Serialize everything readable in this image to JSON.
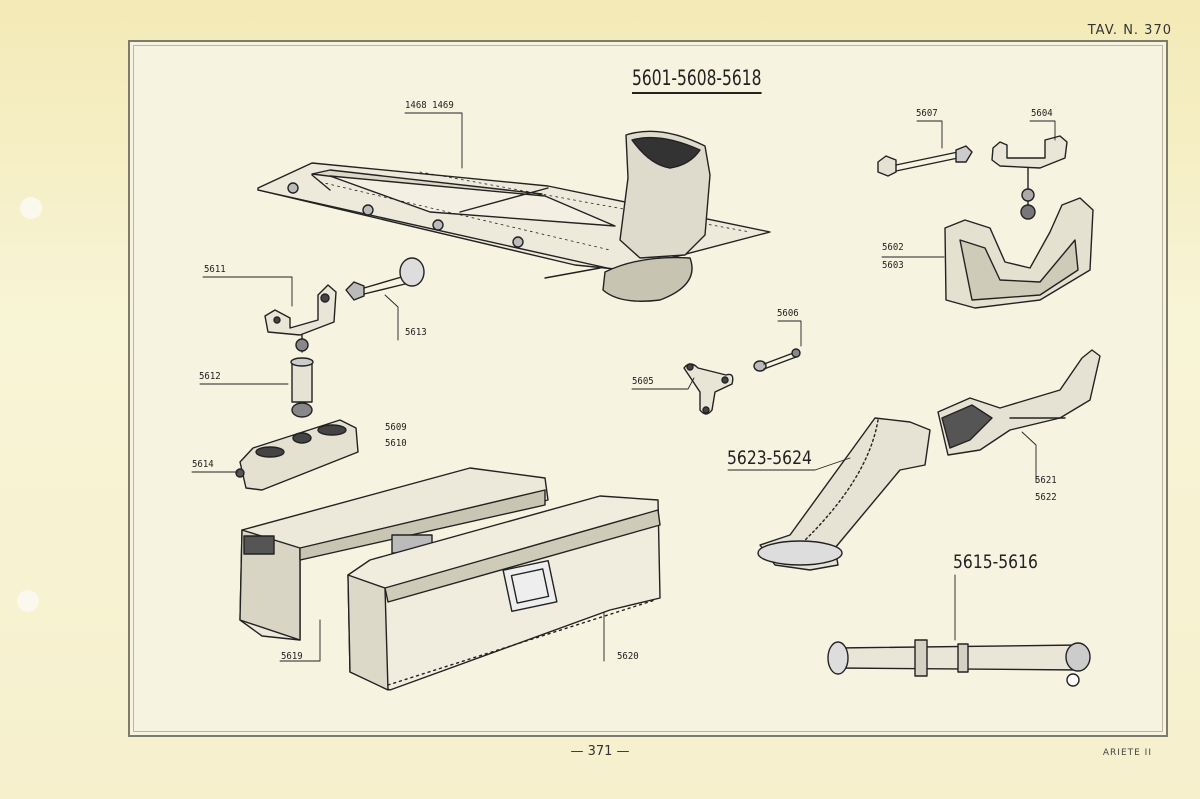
{
  "plate": {
    "number": "TAV. N. 370"
  },
  "title": "5601-5608-5618",
  "footer": {
    "page": "— 371 —",
    "model": "ARIETE II"
  },
  "callouts": {
    "c1468": "1468 1469",
    "c5607": "5607",
    "c5604": "5604",
    "c5602": "5602",
    "c5603": "5603",
    "c5611": "5611",
    "c5613": "5613",
    "c5606": "5606",
    "c5612": "5612",
    "c5605": "5605",
    "c5609": "5609",
    "c5610": "5610",
    "c5614": "5614",
    "c5623": "5623-5624",
    "c5621": "5621",
    "c5622": "5622",
    "c5615": "5615-5616",
    "c5619": "5619",
    "c5620": "5620"
  },
  "colors": {
    "paper": "#f7f1c8",
    "ink": "#222222",
    "frame": "#7d7b6c"
  }
}
